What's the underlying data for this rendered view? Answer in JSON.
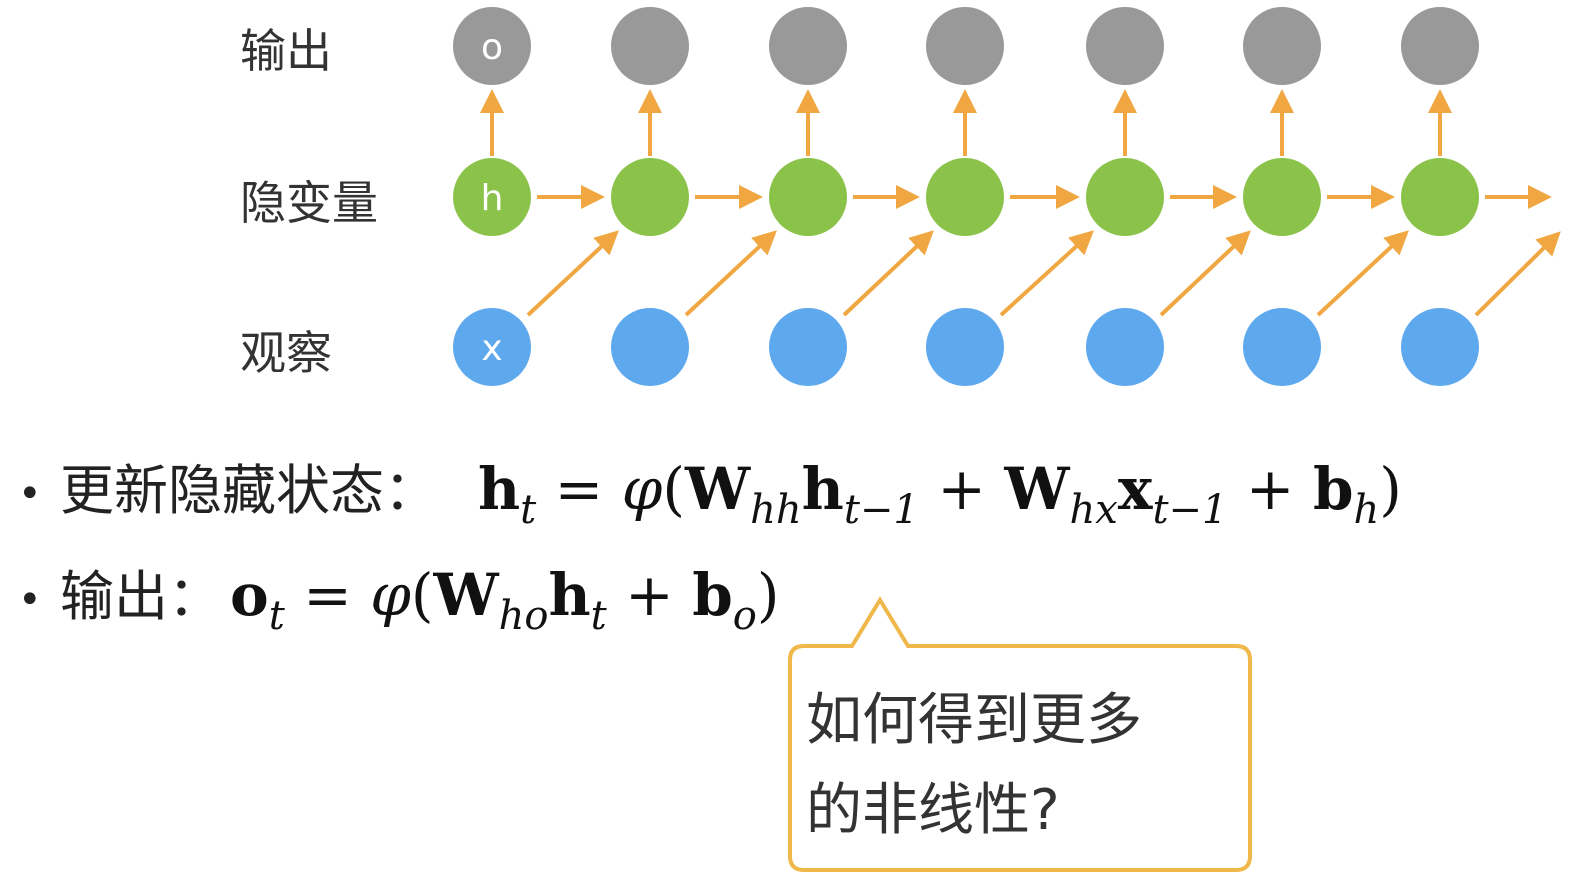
{
  "labels": {
    "output": "输出",
    "hidden": "隐变量",
    "observation": "观察"
  },
  "nodes": {
    "output_letter": "o",
    "hidden_letter": "h",
    "input_letter": "x",
    "columns": 7
  },
  "colors": {
    "output_node": "#999999",
    "hidden_node": "#8bc34a",
    "input_node": "#5ea8ee",
    "arrow": "#f0a742",
    "callout_border": "#f0b84a"
  },
  "bullets": {
    "hidden_update": {
      "label": "更新隐藏状态：",
      "formula": "h_t = φ(W_hh h_{t−1} + W_hx x_{t−1} + b_h)",
      "parts": {
        "h": "h",
        "t": "t",
        "eq": " = ",
        "phi": "φ",
        "open": "(",
        "W1": "W",
        "hh": "hh",
        "h2": "h",
        "tm1a": "t−1",
        "plus1": " + ",
        "W2": "W",
        "hx": "hx",
        "x": "x",
        "tm1b": "t−1",
        "plus2": " + ",
        "b": "b",
        "bh": "h",
        "close": ")"
      }
    },
    "output": {
      "label": "输出：",
      "formula": "o_t = φ(W_ho h_t + b_o)",
      "parts": {
        "o": "o",
        "t": "t",
        "eq": " = ",
        "phi": "φ",
        "open": "(",
        "W": "W",
        "ho": "ho",
        "h": "h",
        "t2": "t",
        "plus": " + ",
        "b": "b",
        "bo": "o",
        "close": ")"
      }
    }
  },
  "callout": {
    "line1": "如何得到更多",
    "line2": "的非线性?"
  }
}
